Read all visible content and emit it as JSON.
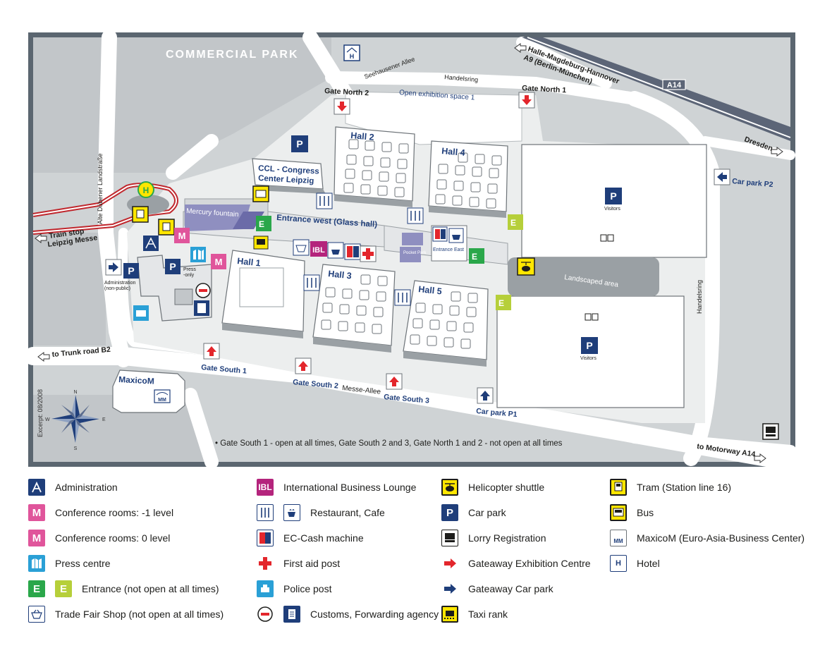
{
  "map": {
    "areas": {
      "commercial_park": "COMMERCIAL PARK",
      "open_exhibition": "Open exhibition space 1",
      "landscaped": "Landscaped area",
      "pocket_park": "Pocket Park",
      "mercury": "Mercury fountain"
    },
    "roads": {
      "seehausener": "Seehausener Allee",
      "handelsring_top": "Handelsring",
      "handelsring_right": "Handelsring",
      "alte_duebener": "Alte Dübener Landstraße",
      "messe_allee": "Messe-Allee",
      "a14_badge": "A14"
    },
    "directions": {
      "halle": "Halle-Magdeburg-Hannover",
      "a9": "A9 (Berlin-München)",
      "dresden": "Dresden",
      "train1": "Train stop",
      "train2": "Leipzig Messe",
      "trunk": "to Trunk road B2",
      "motorway": "to Motorway A14"
    },
    "gates": {
      "north1": "Gate North 1",
      "north2": "Gate North 2",
      "south1": "Gate South 1",
      "south2": "Gate South 2",
      "south3": "Gate South 3",
      "carpark_p1": "Car park P1",
      "carpark_p2": "Car park P2"
    },
    "halls": {
      "h1": "Hall 1",
      "h2": "Hall 2",
      "h3": "Hall 3",
      "h4": "Hall 4",
      "h5": "Hall 5",
      "ccl1": "CCL - Congress",
      "ccl2": "Center Leipzig",
      "entrance_west": "Entrance west (Glass hall)",
      "entrance_east": "Entrance East",
      "maxicom": "MaxicoM"
    },
    "labels": {
      "visitors1": "Visitors",
      "visitors2": "Visitors",
      "admin1": "Administration",
      "admin2": "(non-public)",
      "press1": "Press",
      "press2": "-only",
      "excerpt": "Excerpt: 08/2008",
      "note": "• Gate South 1 - open at all times, Gate South 2 and 3, Gate North 1 and 2 - not open at all times",
      "compass_n": "N",
      "compass_e": "E",
      "compass_s": "S",
      "compass_w": "W"
    },
    "icon_text": {
      "p": "P",
      "e": "E",
      "m": "M",
      "h": "H",
      "ibl": "IBL",
      "mm": "MM"
    }
  },
  "legend": {
    "col1": [
      {
        "icon": "administration-icon",
        "text": "Administration"
      },
      {
        "icon": "conference-minus1-icon",
        "text": "Conference rooms: -1 level"
      },
      {
        "icon": "conference-0-icon",
        "text": "Conference rooms: 0 level"
      },
      {
        "icon": "press-centre-icon",
        "text": "Press centre"
      },
      {
        "icon": "entrance-icon",
        "text": "Entrance (not open at all times)"
      },
      {
        "icon": "trade-fair-shop-icon",
        "text": "Trade Fair Shop (not open at all times)"
      }
    ],
    "col2": [
      {
        "icon": "ibl-icon",
        "text": "International Business Lounge"
      },
      {
        "icon": "restaurant-icon",
        "text": "Restaurant, Cafe"
      },
      {
        "icon": "ec-cash-icon",
        "text": "EC-Cash machine"
      },
      {
        "icon": "first-aid-icon",
        "text": "First aid post"
      },
      {
        "icon": "police-icon",
        "text": "Police post"
      },
      {
        "icon": "customs-icon",
        "text": "Customs, Forwarding agency"
      }
    ],
    "col3": [
      {
        "icon": "helicopter-shuttle-icon",
        "text": "Helicopter shuttle"
      },
      {
        "icon": "car-park-icon",
        "text": "Car park"
      },
      {
        "icon": "lorry-registration-icon",
        "text": "Lorry Registration"
      },
      {
        "icon": "gateaway-exhibition-icon",
        "text": "Gateaway Exhibition Centre"
      },
      {
        "icon": "gateaway-car-park-icon",
        "text": "Gateaway Car park"
      },
      {
        "icon": "taxi-rank-icon",
        "text": "Taxi rank"
      }
    ],
    "col4": [
      {
        "icon": "tram-icon",
        "text": "Tram (Station line 16)"
      },
      {
        "icon": "bus-icon",
        "text": "Bus"
      },
      {
        "icon": "maxicom-icon",
        "text": "MaxicoM (Euro-Asia-Business Center)"
      },
      {
        "icon": "hotel-icon",
        "text": "Hotel"
      }
    ],
    "icon_text": {
      "ibl": "IBL",
      "m": "M",
      "e": "E",
      "p": "P",
      "mm": "MM",
      "h": "H"
    }
  },
  "colors": {
    "frame": "#5b6670",
    "land": "#cfd3d5",
    "road": "#ffffff",
    "navy": "#1f3e7a",
    "red": "#e3262c"
  }
}
